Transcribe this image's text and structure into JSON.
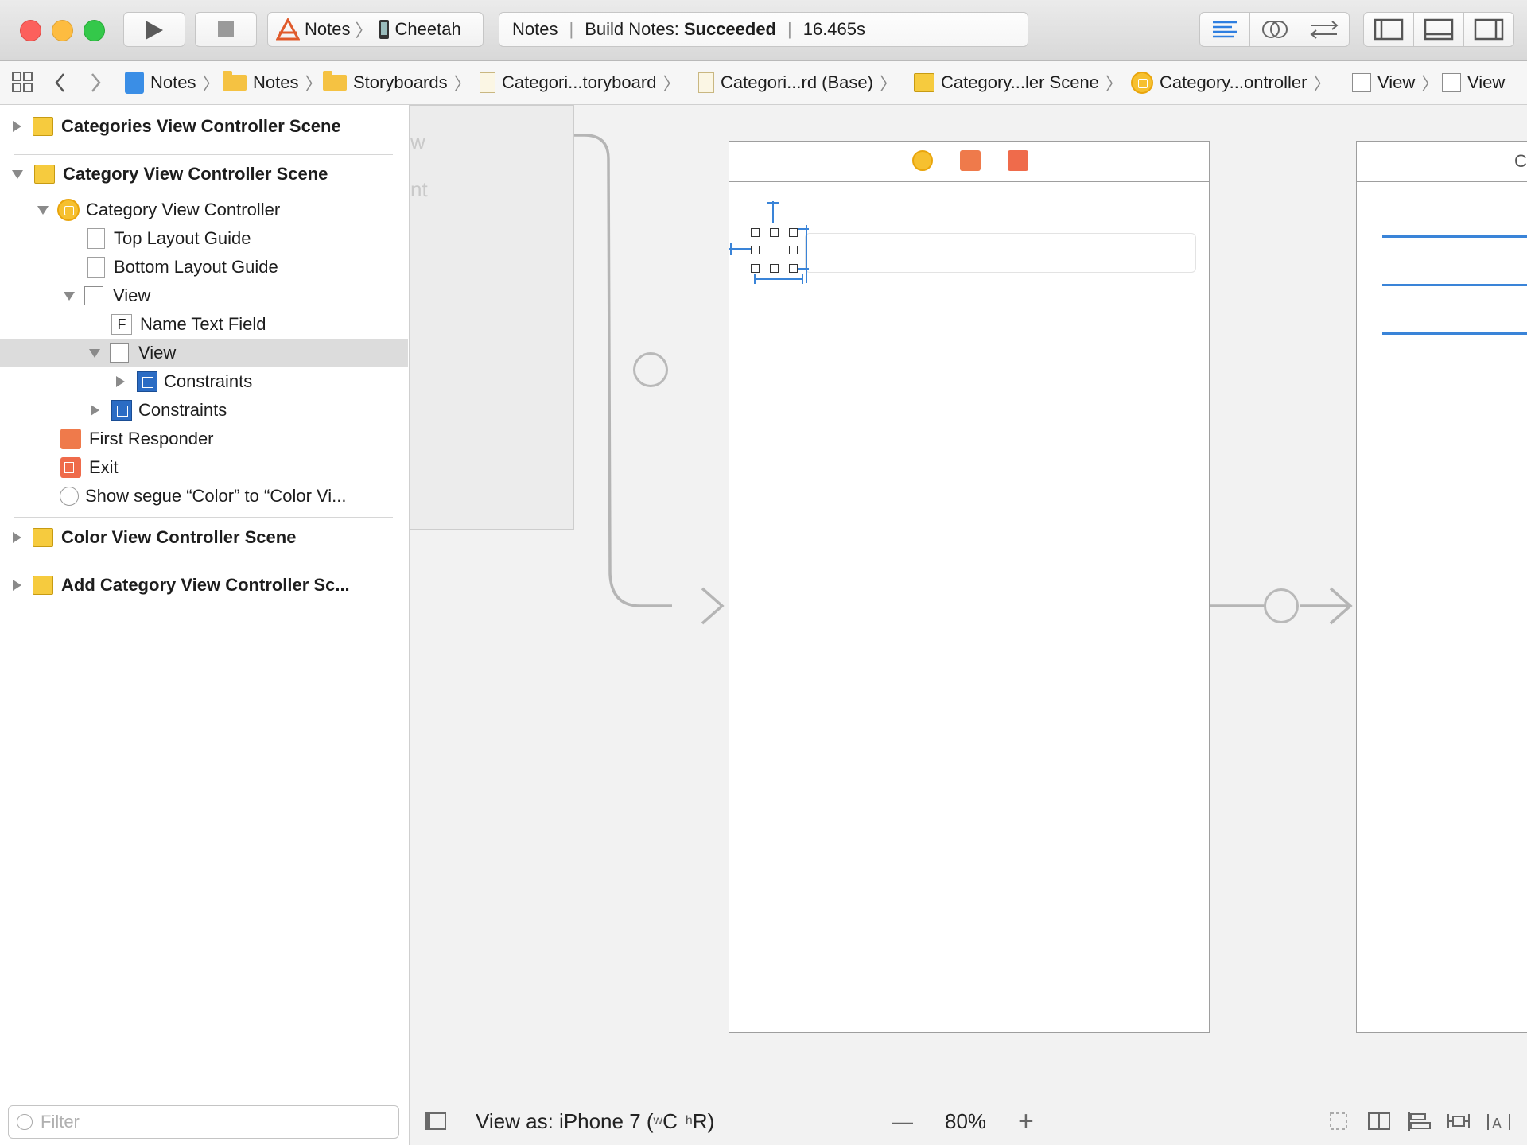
{
  "toolbar": {
    "scheme_project": "Notes",
    "scheme_device": "Cheetah",
    "activity_project": "Notes",
    "activity_status_prefix": "Build Notes:",
    "activity_status": "Succeeded",
    "activity_time": "16.465s"
  },
  "jumpbar": {
    "items": [
      "Notes",
      "Notes",
      "Storyboards",
      "Categori...toryboard",
      "Categori...rd (Base)",
      "Category...ler Scene",
      "Category...ontroller",
      "View",
      "View"
    ]
  },
  "outline": {
    "scenes": {
      "categories": "Categories View Controller Scene",
      "category": "Category View Controller Scene",
      "color": "Color View Controller Scene",
      "add_category": "Add Category View Controller Sc..."
    },
    "category_vc": "Category View Controller",
    "top_layout_guide": "Top Layout Guide",
    "bottom_layout_guide": "Bottom Layout Guide",
    "view": "View",
    "name_text_field": "Name Text Field",
    "field_glyph": "F",
    "subview": "View",
    "subview_constraints": "Constraints",
    "view_constraints": "Constraints",
    "first_responder": "First Responder",
    "exit": "Exit",
    "segue": "Show segue “Color” to “Color Vi...",
    "filter_placeholder": "Filter"
  },
  "canvas": {
    "left_scene_fragment_1": "w",
    "left_scene_fragment_2": "nt",
    "right_scene_fragment": "Co"
  },
  "bottombar": {
    "view_as": "View as: iPhone 7 (",
    "w_small": "w",
    "w_class": "C",
    "h_small": "h",
    "h_class": "R)",
    "zoom": "80%",
    "zoom_out": "—",
    "zoom_in": "+"
  },
  "colors": {
    "accent_blue": "#3a84d8",
    "scene_yellow": "#f6c02f",
    "responder_orange": "#ef7a4b",
    "constraint_blue": "#2b6cc4"
  }
}
